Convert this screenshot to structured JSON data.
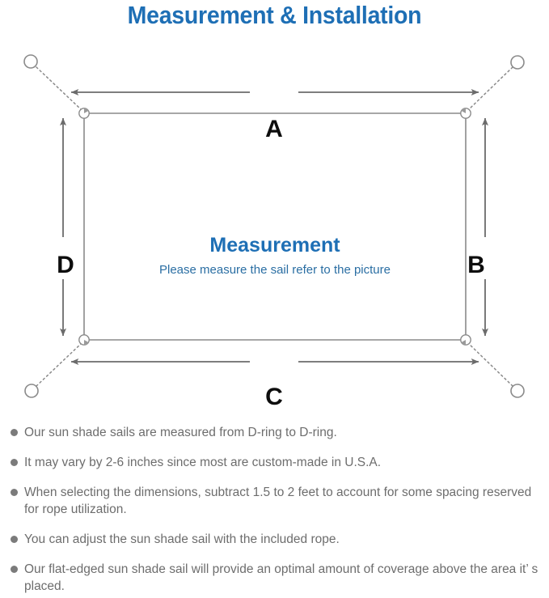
{
  "page": {
    "title": "Measurement & Installation",
    "title_color": "#1e6fb5",
    "background": "#ffffff"
  },
  "diagram": {
    "name": "sun-shade-sail-measurement-diagram",
    "center": {
      "heading": "Measurement",
      "subtext": "Please measure the sail refer to the picture",
      "heading_color": "#1e6fb5",
      "subtext_color": "#2a6ea3"
    },
    "dimension_labels": [
      {
        "id": "A",
        "label": "A",
        "position": "top",
        "edge": "top-width"
      },
      {
        "id": "B",
        "label": "B",
        "position": "right",
        "edge": "right-height"
      },
      {
        "id": "C",
        "label": "C",
        "position": "bottom",
        "edge": "bottom-width"
      },
      {
        "id": "D",
        "label": "D",
        "position": "left",
        "edge": "left-height"
      }
    ],
    "sail": {
      "shape": "rectangle",
      "stroke_color": "#8a8a8a",
      "corners": [
        "top-left",
        "top-right",
        "bottom-right",
        "bottom-left"
      ]
    },
    "hardware": {
      "d_ring_count": 4,
      "anchor_point_count": 4,
      "rope_style": "dotted",
      "rope_color": "#8a8a8a",
      "arrow_color": "#6b6b6b"
    }
  },
  "notes": {
    "bullet_color": "#7b7b7b",
    "text_color": "#6d6d6d",
    "items": [
      "Our sun shade sails are measured from D-ring to D-ring.",
      "It may vary by 2-6 inches since most are custom-made in U.S.A.",
      "When selecting the dimensions, subtract 1.5 to 2 feet to account for some spacing reserved for rope utilization.",
      "You can adjust the sun shade sail with the included rope.",
      "Our flat-edged sun shade sail will provide an optimal amount of coverage above the area it’ s placed."
    ]
  }
}
